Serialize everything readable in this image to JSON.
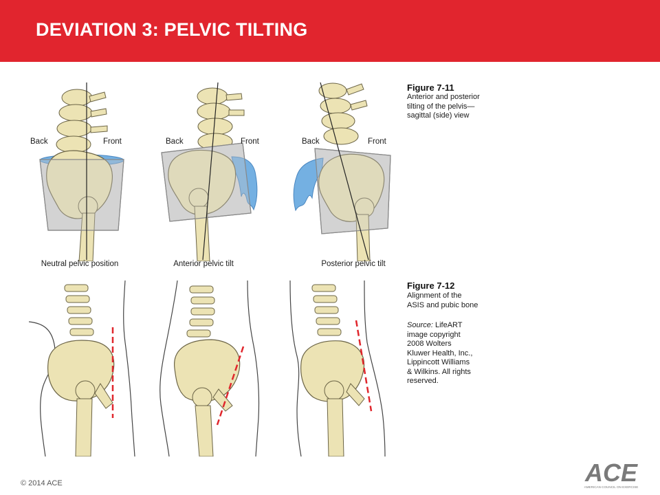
{
  "header": {
    "title": "DEVIATION 3: PELVIC TILTING"
  },
  "figure_7_11": {
    "title": "Figure 7-11",
    "description": [
      "Anterior and posterior",
      "tilting of the pelvis—",
      "sagittal (side) view"
    ],
    "panels": [
      {
        "back": "Back",
        "front": "Front",
        "caption": "Neutral pelvic position"
      },
      {
        "back": "Back",
        "front": "Front",
        "caption": "Anterior pelvic tilt"
      },
      {
        "back": "Back",
        "front": "Front",
        "caption": "Posterior pelvic tilt"
      }
    ]
  },
  "figure_7_12": {
    "title": "Figure 7-12",
    "description": [
      "Alignment of the",
      "ASIS and pubic bone"
    ],
    "source_label": "Source:",
    "source_text": [
      " LifeART",
      "image copyright",
      "2008 Wolters",
      "Kluwer Health, Inc.,",
      "Lippincott Williams",
      "& Wilkins. All rights",
      "reserved."
    ]
  },
  "footer": {
    "copyright": "© 2014 ACE",
    "logo_text": "ACE",
    "logo_tagline": "AMERICAN COUNCIL ON EXERCISE"
  },
  "colors": {
    "header": "#e1252e",
    "bone": "#ece3b4",
    "water": "#74b0e2",
    "alignment_line": "#e0262c"
  }
}
